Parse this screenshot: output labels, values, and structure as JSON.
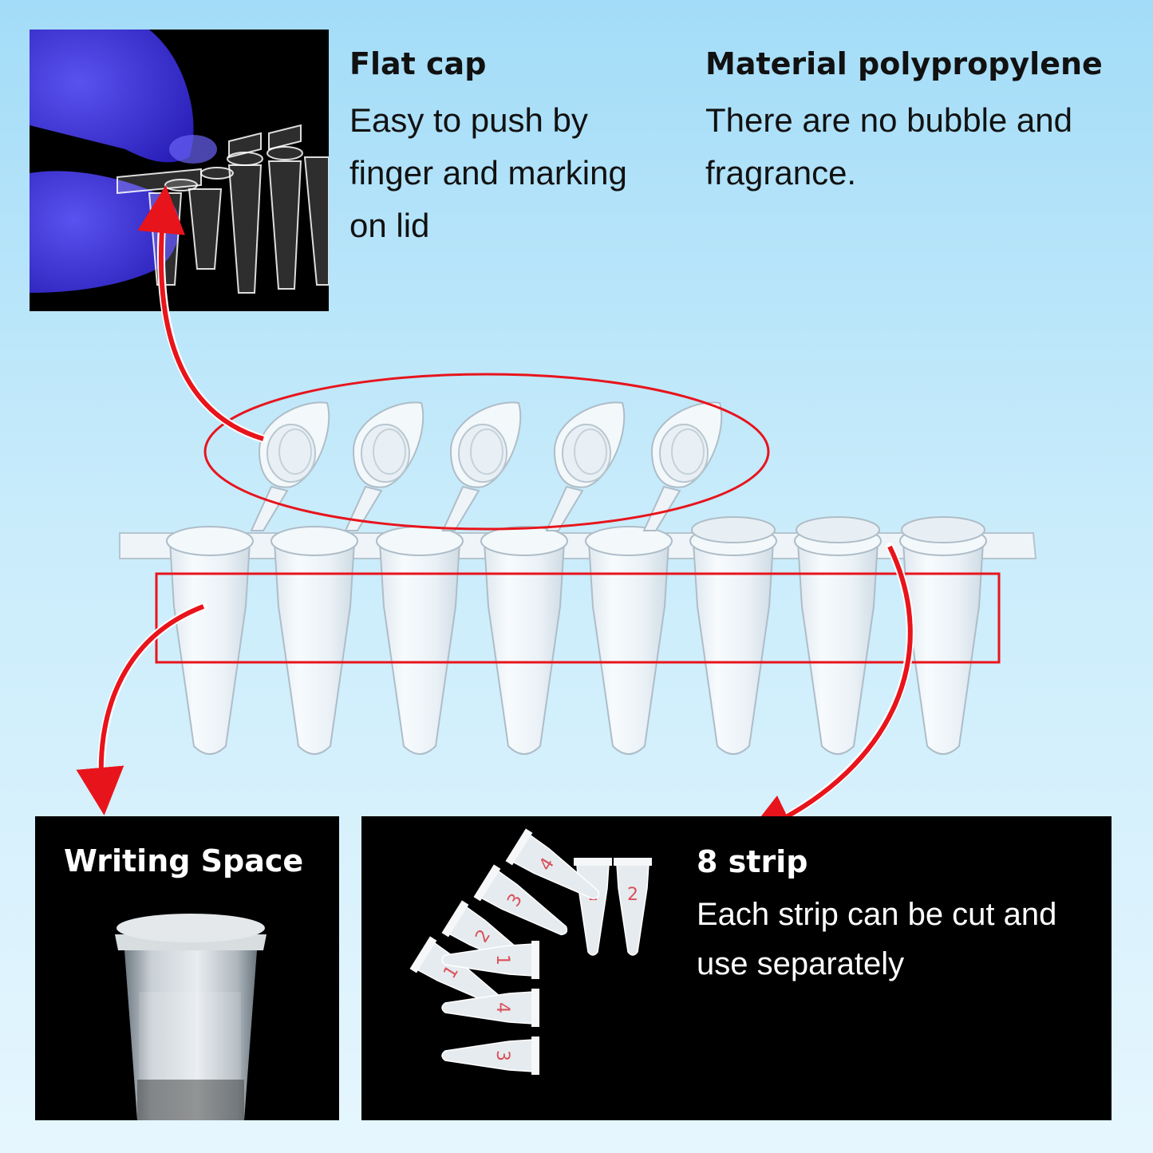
{
  "flat_cap": {
    "title": "Flat cap",
    "line1": "Easy to push by",
    "line2": "finger and marking",
    "line3": "on lid"
  },
  "material": {
    "title": "Material polypropylene",
    "line1": "There are no bubble and",
    "line2": "fragrance."
  },
  "writing_space": {
    "title": "Writing Space"
  },
  "eight_strip": {
    "title": "8 strip",
    "line1": "Each strip can be cut and",
    "line2": "use separately"
  },
  "colors": {
    "callout_red": "#e8141c",
    "glove_blue": "#3a2fd6",
    "tube_fill": "#eef4f8"
  },
  "strip_labels": [
    "1",
    "2",
    "1",
    "2",
    "3",
    "4",
    "1",
    "4",
    "3"
  ]
}
